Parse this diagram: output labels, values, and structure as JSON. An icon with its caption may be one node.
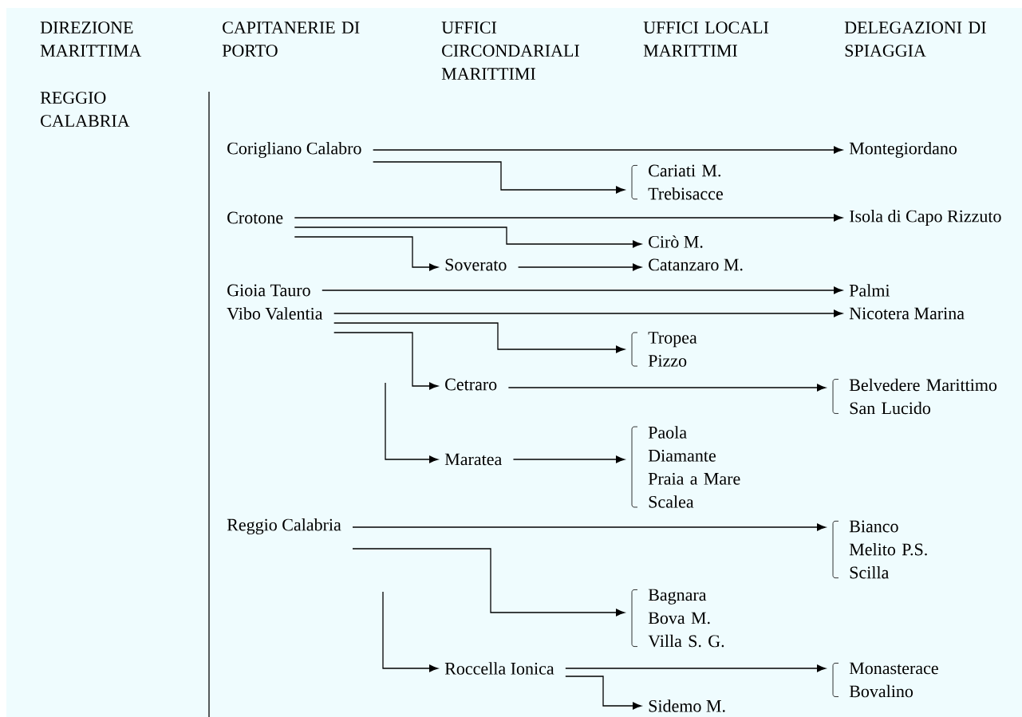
{
  "diagram": {
    "nodes": [
      {
        "text": [
          "Corigliano Calabro"
        ]
      },
      {
        "text": [
          "Montegiordano"
        ]
      },
      {
        "text": [
          "Cariati M.",
          "Trebisacce"
        ]
      },
      {
        "text": [
          "Crotone"
        ]
      },
      {
        "text": [
          "Isola di Capo Rizzuto"
        ]
      },
      {
        "text": [
          "Cirò M."
        ]
      },
      {
        "text": [
          "Soverato"
        ]
      },
      {
        "text": [
          "Catanzaro M."
        ]
      },
      {
        "text": [
          "Gioia Tauro"
        ]
      },
      {
        "text": [
          "Palmi"
        ]
      },
      {
        "text": [
          "Vibo Valentia"
        ]
      },
      {
        "text": [
          "Nicotera Marina"
        ]
      },
      {
        "text": [
          "Tropea",
          "Pizzo"
        ]
      },
      {
        "text": [
          "Cetraro"
        ]
      },
      {
        "text": [
          "Belvedere Marittimo",
          "San Lucido"
        ]
      },
      {
        "text": [
          "Maratea"
        ]
      },
      {
        "text": [
          "Paola",
          "Diamante",
          "Praia a Mare",
          "Scalea"
        ]
      },
      {
        "text": [
          "Reggio Calabria"
        ]
      },
      {
        "text": [
          "Bianco",
          "Melito P.S.",
          "Scilla"
        ]
      },
      {
        "text": [
          "Bagnara",
          "Bova M.",
          "Villa S. G."
        ]
      },
      {
        "text": [
          "Roccella Ionica"
        ]
      },
      {
        "text": [
          "Monasterace",
          "Bovalino"
        ]
      },
      {
        "text": [
          "Sidemo M."
        ]
      }
    ],
    "edges": [
      {
        "from": 0,
        "to": 1,
        "arrow": "to"
      },
      {
        "from": 0,
        "to": 2,
        "arrow": "to"
      },
      {
        "from": 3,
        "to": 4,
        "arrow": "to"
      },
      {
        "from": 3,
        "to": 5,
        "arrow": "to"
      },
      {
        "from": 3,
        "to": 6,
        "arrow": "to"
      },
      {
        "from": 6,
        "to": 7,
        "arrow": "to"
      },
      {
        "from": 8,
        "to": 9,
        "arrow": "to"
      },
      {
        "from": 10,
        "to": 11,
        "arrow": "to"
      },
      {
        "from": 10,
        "to": 12,
        "arrow": "to"
      },
      {
        "from": 10,
        "to": 13,
        "arrow": "to"
      },
      {
        "from": 13,
        "to": 14,
        "arrow": "to"
      },
      {
        "from": null,
        "to": 15,
        "arrow": "to"
      },
      {
        "from": 15,
        "to": 16,
        "arrow": "to"
      },
      {
        "from": 17,
        "to": 18,
        "arrow": "to"
      },
      {
        "from": 17,
        "to": 19,
        "arrow": "to"
      },
      {
        "from": null,
        "to": 20,
        "arrow": "to"
      },
      {
        "from": 20,
        "to": 21,
        "arrow": "to"
      },
      {
        "from": 20,
        "to": 22,
        "arrow": "to"
      }
    ],
    "labels": [
      "DIREZIONE MARITTIMA",
      "CAPITANERIE DI PORTO",
      "UFFICI CIRCONDARIALI MARITTIMI",
      "UFFICI LOCALI MARITTIMI",
      "DELEGAZIONI DI SPIAGGIA",
      "REGGIO CALABRIA"
    ]
  }
}
